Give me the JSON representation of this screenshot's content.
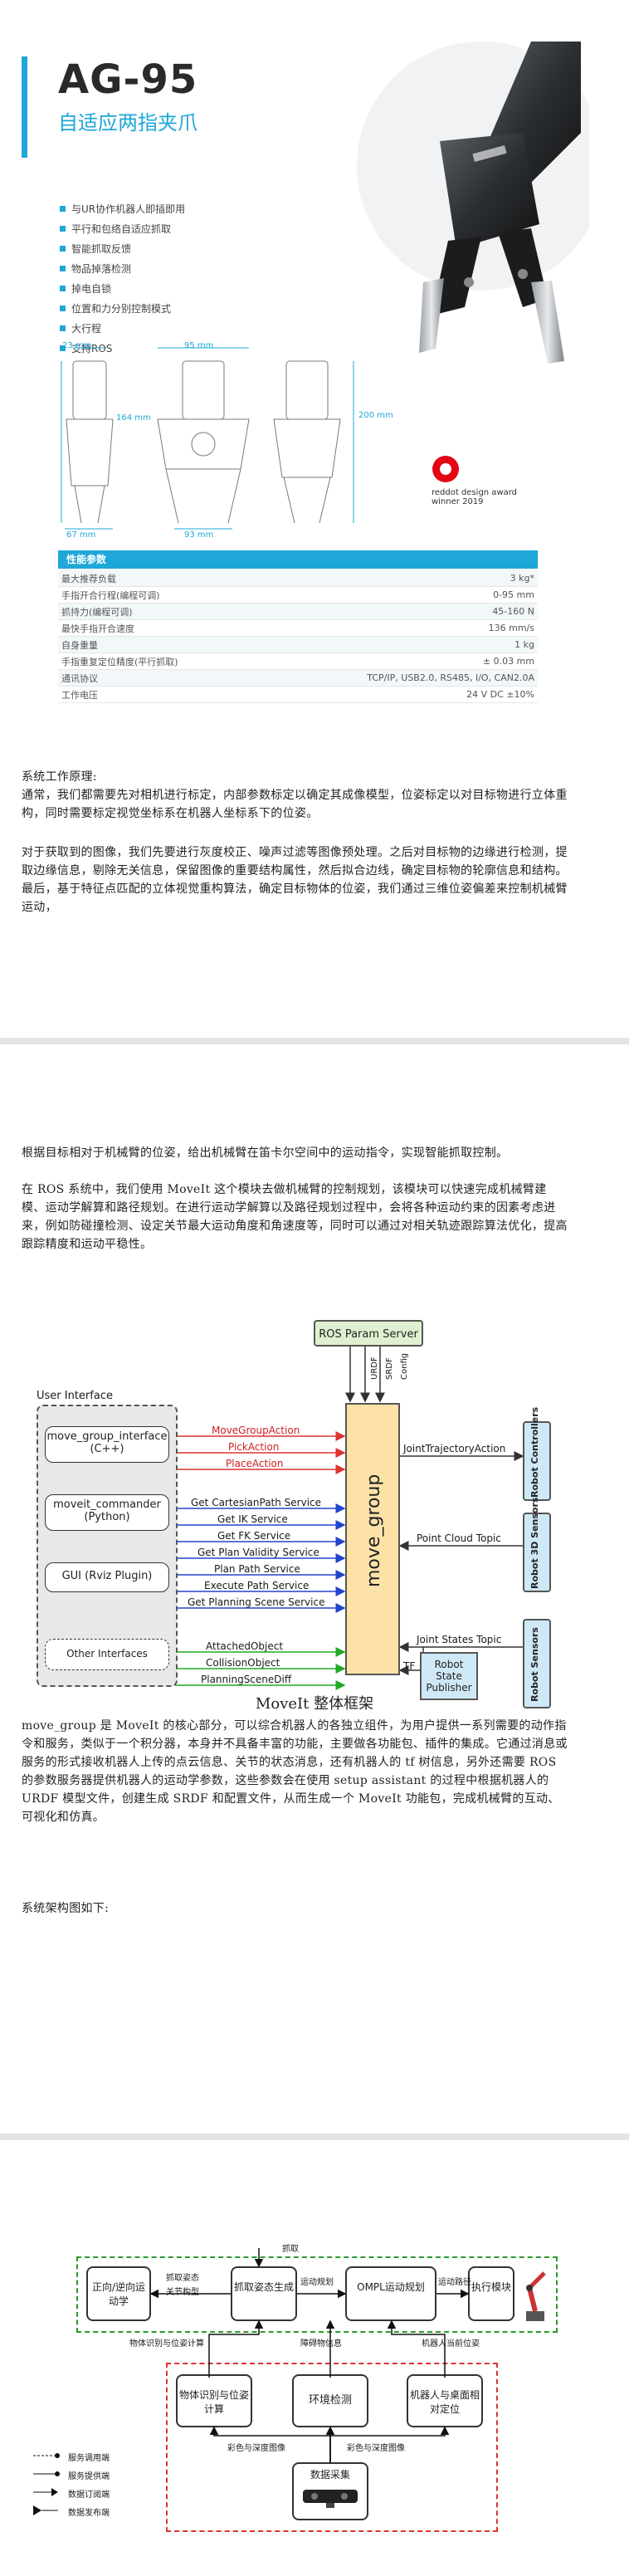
{
  "product": {
    "model": "AG-95",
    "subtitle": "自适应两指夹爪",
    "features": [
      "与UR协作机器人即插即用",
      "平行和包络自适应抓取",
      "智能抓取反馈",
      "物品掉落检测",
      "掉电自锁",
      "位置和力分别控制模式",
      "大行程",
      "支持ROS"
    ],
    "dims": [
      "23 mm",
      "95 mm",
      "164 mm",
      "67 mm",
      "93 mm",
      "200 mm"
    ],
    "award": {
      "brand": "reddot design award",
      "year": "winner 2019"
    },
    "spec_title": "性能参数",
    "specs": [
      {
        "k": "最大推荐负载",
        "v": "3 kg*"
      },
      {
        "k": "手指开合行程(编程可调)",
        "v": "0-95 mm"
      },
      {
        "k": "抓持力(编程可调)",
        "v": "45-160 N"
      },
      {
        "k": "最快手指开合速度",
        "v": "136 mm/s"
      },
      {
        "k": "自身重量",
        "v": "1 kg"
      },
      {
        "k": "手指重复定位精度(平行抓取)",
        "v": "± 0.03 mm"
      },
      {
        "k": "通讯协议",
        "v": "TCP/IP, USB2.0, RS485, I/O, CAN2.0A"
      },
      {
        "k": "工作电压",
        "v": "24 V DC ±10%"
      }
    ]
  },
  "text": {
    "p1_title": "系统工作原理:",
    "p1": "通常，我们都需要先对相机进行标定，内部参数标定以确定其成像模型，位姿标定以对目标物进行立体重构，同时需要标定视觉坐标系在机器人坐标系下的位姿。",
    "p2": "对于获取到的图像，我们先要进行灰度校正、噪声过滤等图像预处理。之后对目标物的边缘进行检测，提取边缘信息，剔除无关信息，保留图像的重要结构属性，然后拟合边线，确定目标物的轮廓信息和结构。最后，基于特征点匹配的立体视觉重构算法，确定目标物体的位姿，我们通过三维位姿偏差来控制机械臂运动，",
    "p3": "根据目标相对于机械臂的位姿，给出机械臂在笛卡尔空间中的运动指令，实现智能抓取控制。",
    "p4": "在 ROS 系统中，我们使用 MoveIt 这个模块去做机械臂的控制规划，该模块可以快速完成机械臂建模、运动学解算和路径规划。在进行运动学解算以及路径规划过程中，会将各种运动约束的因素考虑进来，例如防碰撞检测、设定关节最大运动角度和角速度等，同时可以通过对相关轨迹跟踪算法优化，提高跟踪精度和运动平稳性。",
    "caption": "MoveIt 整体框架",
    "p5": "move_group 是 MoveIt 的核心部分，可以综合机器人的各独立组件，为用户提供一系列需要的动作指令和服务，类似于一个积分器，本身并不具备丰富的功能，主要做各功能包、插件的集成。它通过消息或服务的形式接收机器人上传的点云信息、关节的状态消息，还有机器人的 tf 树信息，另外还需要 ROS 的参数服务器提供机器人的运动学参数，这些参数会在使用 setup assistant 的过程中根据机器人的 URDF 模型文件，创建生成 SRDF 和配置文件，从而生成一个 MoveIt 功能包，完成机械臂的互动、可视化和仿真。",
    "p6": "系统架构图如下:"
  },
  "moveit": {
    "param_server": "ROS Param Server",
    "param_topics": [
      "URDF",
      "SRDF",
      "Config"
    ],
    "ui_title": "User Interface",
    "ui_items": [
      "move_group_interface (C++)",
      "moveit_commander (Python)",
      "GUI (Rviz Plugin)",
      "Other Interfaces"
    ],
    "center": "move_group",
    "actions": [
      "MoveGroupAction",
      "PickAction",
      "PlaceAction"
    ],
    "services": [
      "Get CartesianPath Service",
      "Get IK Service",
      "Get FK Service",
      "Get Plan Validity Service",
      "Plan Path Service",
      "Execute Path Service",
      "Get Planning Scene Service"
    ],
    "topics_left": [
      "AttachedObject",
      "CollisionObject",
      "PlanningSceneDiff"
    ],
    "right_labels": [
      "JointTrajectoryAction",
      "Point Cloud Topic",
      "Joint States Topic",
      "TF"
    ],
    "right_boxes": [
      "Robot Controllers",
      "Robot 3D Sensors",
      "Robot Sensors"
    ],
    "publisher": "Robot State Publisher"
  },
  "arch": {
    "top_boxes": [
      "正向/逆向运动学",
      "抓取姿态生成",
      "OMPL运动规划",
      "执行模块"
    ],
    "top_labels": [
      "抓取",
      "抓取姿态",
      "关节构型",
      "运动规划",
      "运动路径"
    ],
    "mid_labels": [
      "物体识别与位姿计算",
      "障碍物信息",
      "机器人当前位姿"
    ],
    "bottom_boxes": [
      "物体识别与位姿计算",
      "环境检测",
      "机器人与桌面相对定位"
    ],
    "bottom_labels": [
      "彩色与深度图像",
      "彩色与深度图像"
    ],
    "camera_box": "数据采集",
    "legend": [
      "服务调用端",
      "服务提供端",
      "数据订阅端",
      "数据发布端"
    ]
  }
}
